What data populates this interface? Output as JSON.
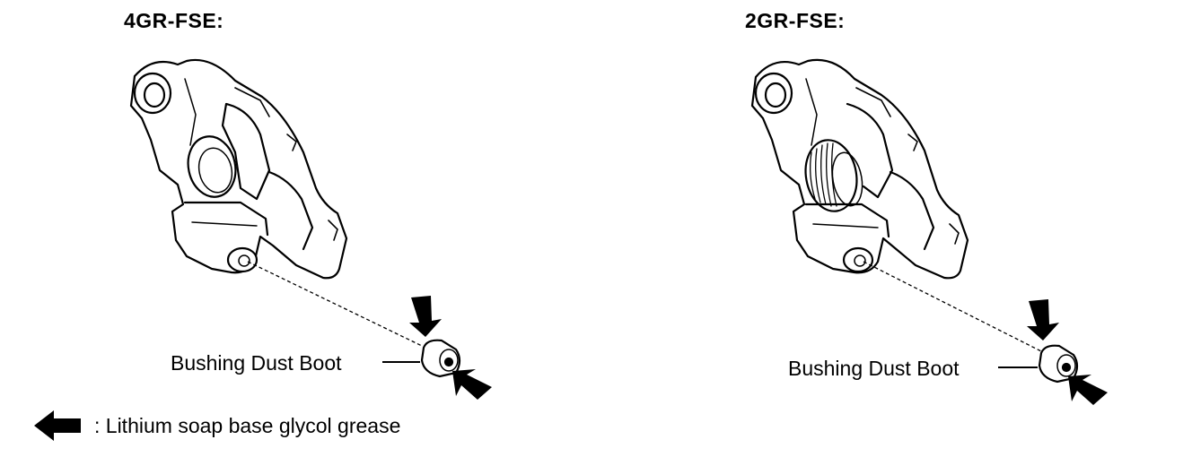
{
  "diagram": {
    "left": {
      "title": "4GR-FSE:",
      "part_label": "Bushing Dust Boot"
    },
    "right": {
      "title": "2GR-FSE:",
      "part_label": "Bushing Dust Boot"
    },
    "legend": {
      "text": ": Lithium soap base glycol grease",
      "icon": "arrow-left-icon"
    }
  }
}
